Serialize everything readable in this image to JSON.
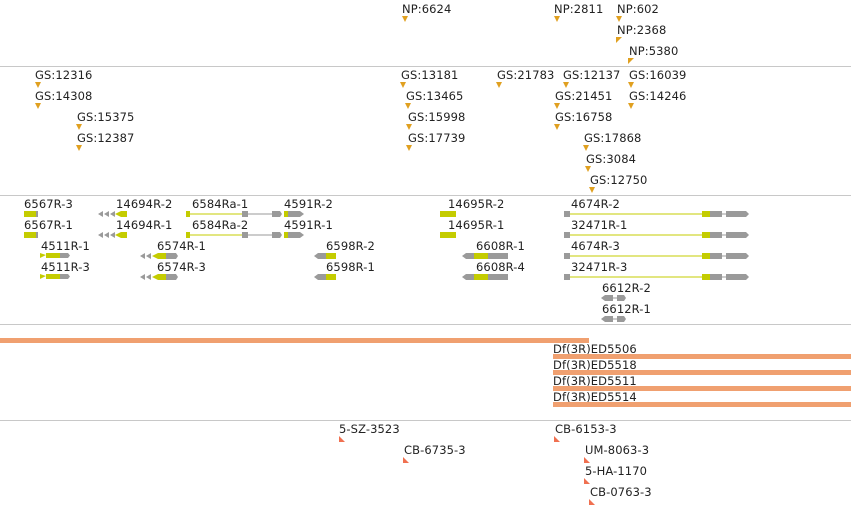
{
  "colors": {
    "divider": "#c8c8c8",
    "np_marker": "#e0a020",
    "gs_marker": "#e0a020",
    "gene_exon": "#9a9a9a",
    "gene_utr": "#c4cc00",
    "gene_intron": "#c4cc00",
    "deficiency": "#f0a070",
    "rnai_marker": "#f07050"
  },
  "np_track": {
    "features": [
      {
        "label": "NP:6624",
        "marker": "triangle-down"
      },
      {
        "label": "NP:2811",
        "marker": "triangle-down"
      },
      {
        "label": "NP:602",
        "marker": "triangle-down"
      },
      {
        "label": "NP:2368",
        "marker": "triangle-down"
      },
      {
        "label": "NP:5380",
        "marker": "triangle-down"
      }
    ]
  },
  "gs_track": {
    "features": [
      {
        "label": "GS:12316"
      },
      {
        "label": "GS:14308"
      },
      {
        "label": "GS:15375"
      },
      {
        "label": "GS:12387"
      },
      {
        "label": "GS:13181"
      },
      {
        "label": "GS:13465"
      },
      {
        "label": "GS:15998"
      },
      {
        "label": "GS:17739"
      },
      {
        "label": "GS:21783"
      },
      {
        "label": "GS:12137"
      },
      {
        "label": "GS:21451"
      },
      {
        "label": "GS:16758"
      },
      {
        "label": "GS:17868"
      },
      {
        "label": "GS:3084"
      },
      {
        "label": "GS:12750"
      },
      {
        "label": "GS:16039"
      },
      {
        "label": "GS:14246"
      }
    ]
  },
  "gene_track": {
    "transcripts": [
      {
        "label": "6567R-3"
      },
      {
        "label": "6567R-1"
      },
      {
        "label": "4511R-1"
      },
      {
        "label": "4511R-3"
      },
      {
        "label": "14694R-2"
      },
      {
        "label": "14694R-1"
      },
      {
        "label": "6574R-1"
      },
      {
        "label": "6574R-3"
      },
      {
        "label": "6584Ra-1"
      },
      {
        "label": "6584Ra-2"
      },
      {
        "label": "4591R-2"
      },
      {
        "label": "4591R-1"
      },
      {
        "label": "6598R-2"
      },
      {
        "label": "6598R-1"
      },
      {
        "label": "14695R-2"
      },
      {
        "label": "14695R-1"
      },
      {
        "label": "6608R-1"
      },
      {
        "label": "6608R-4"
      },
      {
        "label": "4674R-2"
      },
      {
        "label": "32471R-1"
      },
      {
        "label": "4674R-3"
      },
      {
        "label": "32471R-3"
      },
      {
        "label": "6612R-2"
      },
      {
        "label": "6612R-1"
      }
    ]
  },
  "deficiency_track": {
    "features": [
      {
        "label": "Df(3R)ED5506"
      },
      {
        "label": "Df(3R)ED5518"
      },
      {
        "label": "Df(3R)ED5511"
      },
      {
        "label": "Df(3R)ED5514"
      }
    ]
  },
  "rnai_track": {
    "features": [
      {
        "label": "5-SZ-3523"
      },
      {
        "label": "CB-6735-3"
      },
      {
        "label": "CB-6153-3"
      },
      {
        "label": "UM-8063-3"
      },
      {
        "label": "5-HA-1170"
      },
      {
        "label": "CB-0763-3"
      }
    ]
  }
}
